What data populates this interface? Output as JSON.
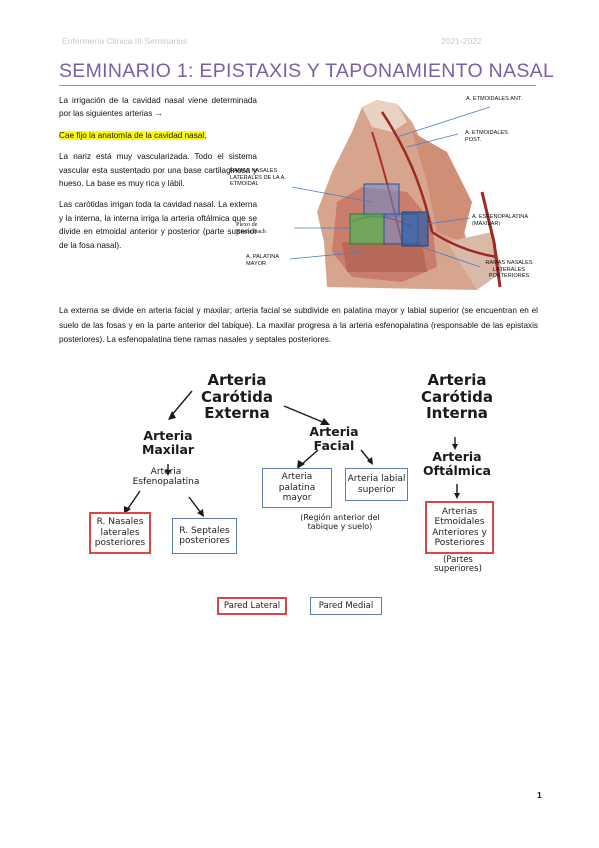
{
  "header": {
    "left": "Enfermería Clínica III-Seminarios",
    "right": "2021-2022"
  },
  "title": "SEMINARIO 1: EPISTAXIS Y TAPONAMIENTO NASAL",
  "left_column": {
    "p1": "La irrigación de la cavidad nasal viene determinada por las siguientes arterias →",
    "p2": "Cae fijo la anatomía de la cavidad nasal.",
    "p3": "La nariz está muy vascularizada. Todo el sistema vascular esta sustentado por una base cartilaginosa y hueso. La base es muy rica y lábil.",
    "p4": "Las carótidas irrigan toda la cavidad nasal. La externa y la interna, la interna irriga la arteria oftálmica que se divide en etmoidal anterior y posterior (parte superior de la fosa nasal)."
  },
  "figure_labels": {
    "etm_ant": "A. ETMOIDALES ANT.",
    "etm_post": "A. ETMOIDALES POST.",
    "ramas_lat": "RAMAS NASALES LATERALES DE LA A. ETMOIDAL",
    "kiesselbach": "Plexo de Kiesselbach",
    "esfeno": "A. ESFENOPALATINA (MAXILAR)",
    "palatina": "A. PALATINA MAYOR",
    "ramas_post": "RAMAS NASALES LATERALES POSTERIORES"
  },
  "paragraph": "La externa se divide en arteria facial y maxilar; arteria facial se subdivide en palatina mayor y labial superior (se encuentran en el suelo de las fosas y en la parte anterior del tabique). La maxilar progresa a la arteria esfenopalatina (responsable de las epistaxis posteriores). La esfenopalatina tiene ramas nasales y septales posteriores.",
  "diagram": {
    "externa": "Arteria Carótida Externa",
    "interna": "Arteria Carótida Interna",
    "maxilar": "Arteria Maxilar",
    "facial": "Arteria Facial",
    "esfeno": "Arteria Esfenopalatina",
    "oftalmica": "Arteria Oftálmica",
    "r_nasales": "R. Nasales laterales posteriores",
    "r_septales": "R. Septales posteriores",
    "palatina": "Arteria palatina mayor",
    "labial": "Arteria labial superior",
    "region": "(Región anterior del tabique y suelo)",
    "etmoidales": "Arterias Etmoidales Anteriores y Posteriores",
    "partes": "(Partes superiores)",
    "legend_lateral": "Pared Lateral",
    "legend_medial": "Pared Medial"
  },
  "colors": {
    "title": "#7b5fa6",
    "red_box": "#e04545",
    "blue_box": "#5a7fb0",
    "highlight": "#ffff00"
  },
  "page_number": "1"
}
